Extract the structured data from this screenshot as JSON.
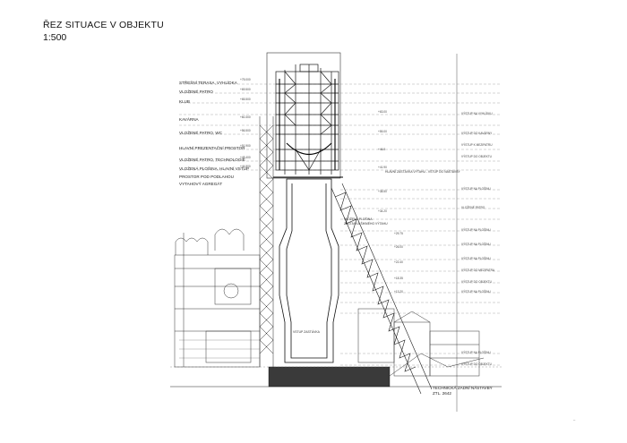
{
  "header": {
    "title": "ŘEZ SITUACE V OBJEKTU",
    "scale": "1:500"
  },
  "left_labels": [
    {
      "text": "STŘEŠNÍ TERASA, VYHLÍDKA",
      "elev": "+75.000"
    },
    {
      "text": "VLOŽENÉ PATRO",
      "elev": "+69.500"
    },
    {
      "text": "KLUB",
      "elev": "+65.500"
    },
    {
      "text": "KAVÁRNA",
      "elev": "+60.300"
    },
    {
      "text": "VLOŽENÉ PATRO, WC",
      "elev": "+56.500"
    },
    {
      "text": "HLAVNÍ PREZENTAČNÍ PROSTOR",
      "elev": "+51.900"
    },
    {
      "text": "VLOŽENÉ PATRO, TECHNOLOGIE",
      "elev": "+48.400"
    },
    {
      "text": "VLOŽENÁ PLOŠINA, HLAVNÍ VSTUP",
      "elev": "+44.800"
    },
    {
      "text": "PROSTOR POD PODLAHOU",
      "elev": ""
    },
    {
      "text": "VYTAHOVÝ AGREGÁT",
      "elev": ""
    }
  ],
  "center_labels": {
    "platform": "VLOŽENÁ PLOŠINA",
    "platform_sub": "ZASTÁVKA ŠIKMÉHO VÝTAHU",
    "shaft": "VSTUP ZASTÁVKA",
    "main_entry": "HLAVNÍ ZASTÁVKA VÝTAHU - VSTUP DO NÁSTAVBY",
    "technical": "TECHNICKÁ ZADNÍ NÁSTAVBY",
    "technical_sub": "ZTL. 2642"
  },
  "right_labels": [
    {
      "text": "VÝSTUP NA VYHLÍDKU"
    },
    {
      "text": "VÝSTUP DO KAVÁRNY"
    },
    {
      "text": "VÝSTUP K MEZIPATRU"
    },
    {
      "text": "VÝSTUP DO OBJEKTU"
    },
    {
      "text": "VÝSTUP NA PLOŠINU"
    },
    {
      "text": "VLOŽENÉ PATRO"
    },
    {
      "text": "VÝSTUP NA PLOŠINU"
    },
    {
      "text": "VÝSTUP NA PLOŠINU"
    },
    {
      "text": "VÝSTUP NA PLOŠINU"
    },
    {
      "text": "VÝSTUP DO MEZIPATRA"
    },
    {
      "text": "VÝSTUP DO OBJEKTU"
    },
    {
      "text": "VÝSTUP NA PLOŠINU"
    },
    {
      "text": "VÝSTUP NA PLOŠINU"
    },
    {
      "text": "VÝSTUP DO OBJEKTU"
    }
  ],
  "mid_levels": [
    "+63.00",
    "+55.00",
    "+46.8",
    "+41.90",
    "+38.50",
    "+34.20",
    "+29.75",
    "+26.00",
    "+22.40",
    "+18.35",
    "+13.20"
  ],
  "colors": {
    "ink": "#1a1a1a",
    "structure": "#222222",
    "ground": "#3a3a3a",
    "level_line": "#7a7a7a"
  }
}
